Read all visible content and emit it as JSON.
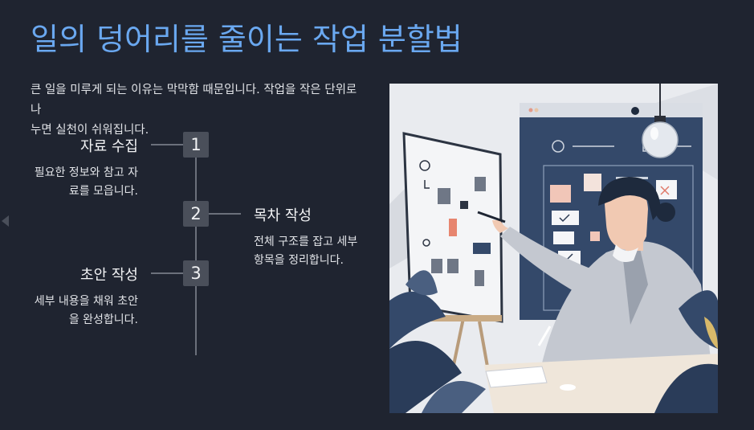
{
  "slide": {
    "title": "일의 덩어리를 줄이는 작업 분할법",
    "intro_line1": "큰 일을 미루게 되는 이유는 막막함 때문입니다. 작업을 작은 단위로 나",
    "intro_line2": "누면 실천이 쉬워집니다."
  },
  "steps": [
    {
      "number": "1",
      "title": "자료 수집",
      "desc_line1": "필요한 정보와 참고 자",
      "desc_line2": "료를 모읍니다."
    },
    {
      "number": "2",
      "title": "목차 작성",
      "desc_line1": "전체 구조를 잡고 세부",
      "desc_line2": "항목을 정리합니다."
    },
    {
      "number": "3",
      "title": "초안 작성",
      "desc_line1": "세부 내용을 채워 초안",
      "desc_line2": "을 완성합니다."
    }
  ],
  "colors": {
    "background": "#1f2430",
    "title": "#6aa8f0",
    "step_box": "#4a4f5a",
    "connector": "#6b707b"
  },
  "icons": {
    "nav_prev": "triangle-left-icon"
  }
}
